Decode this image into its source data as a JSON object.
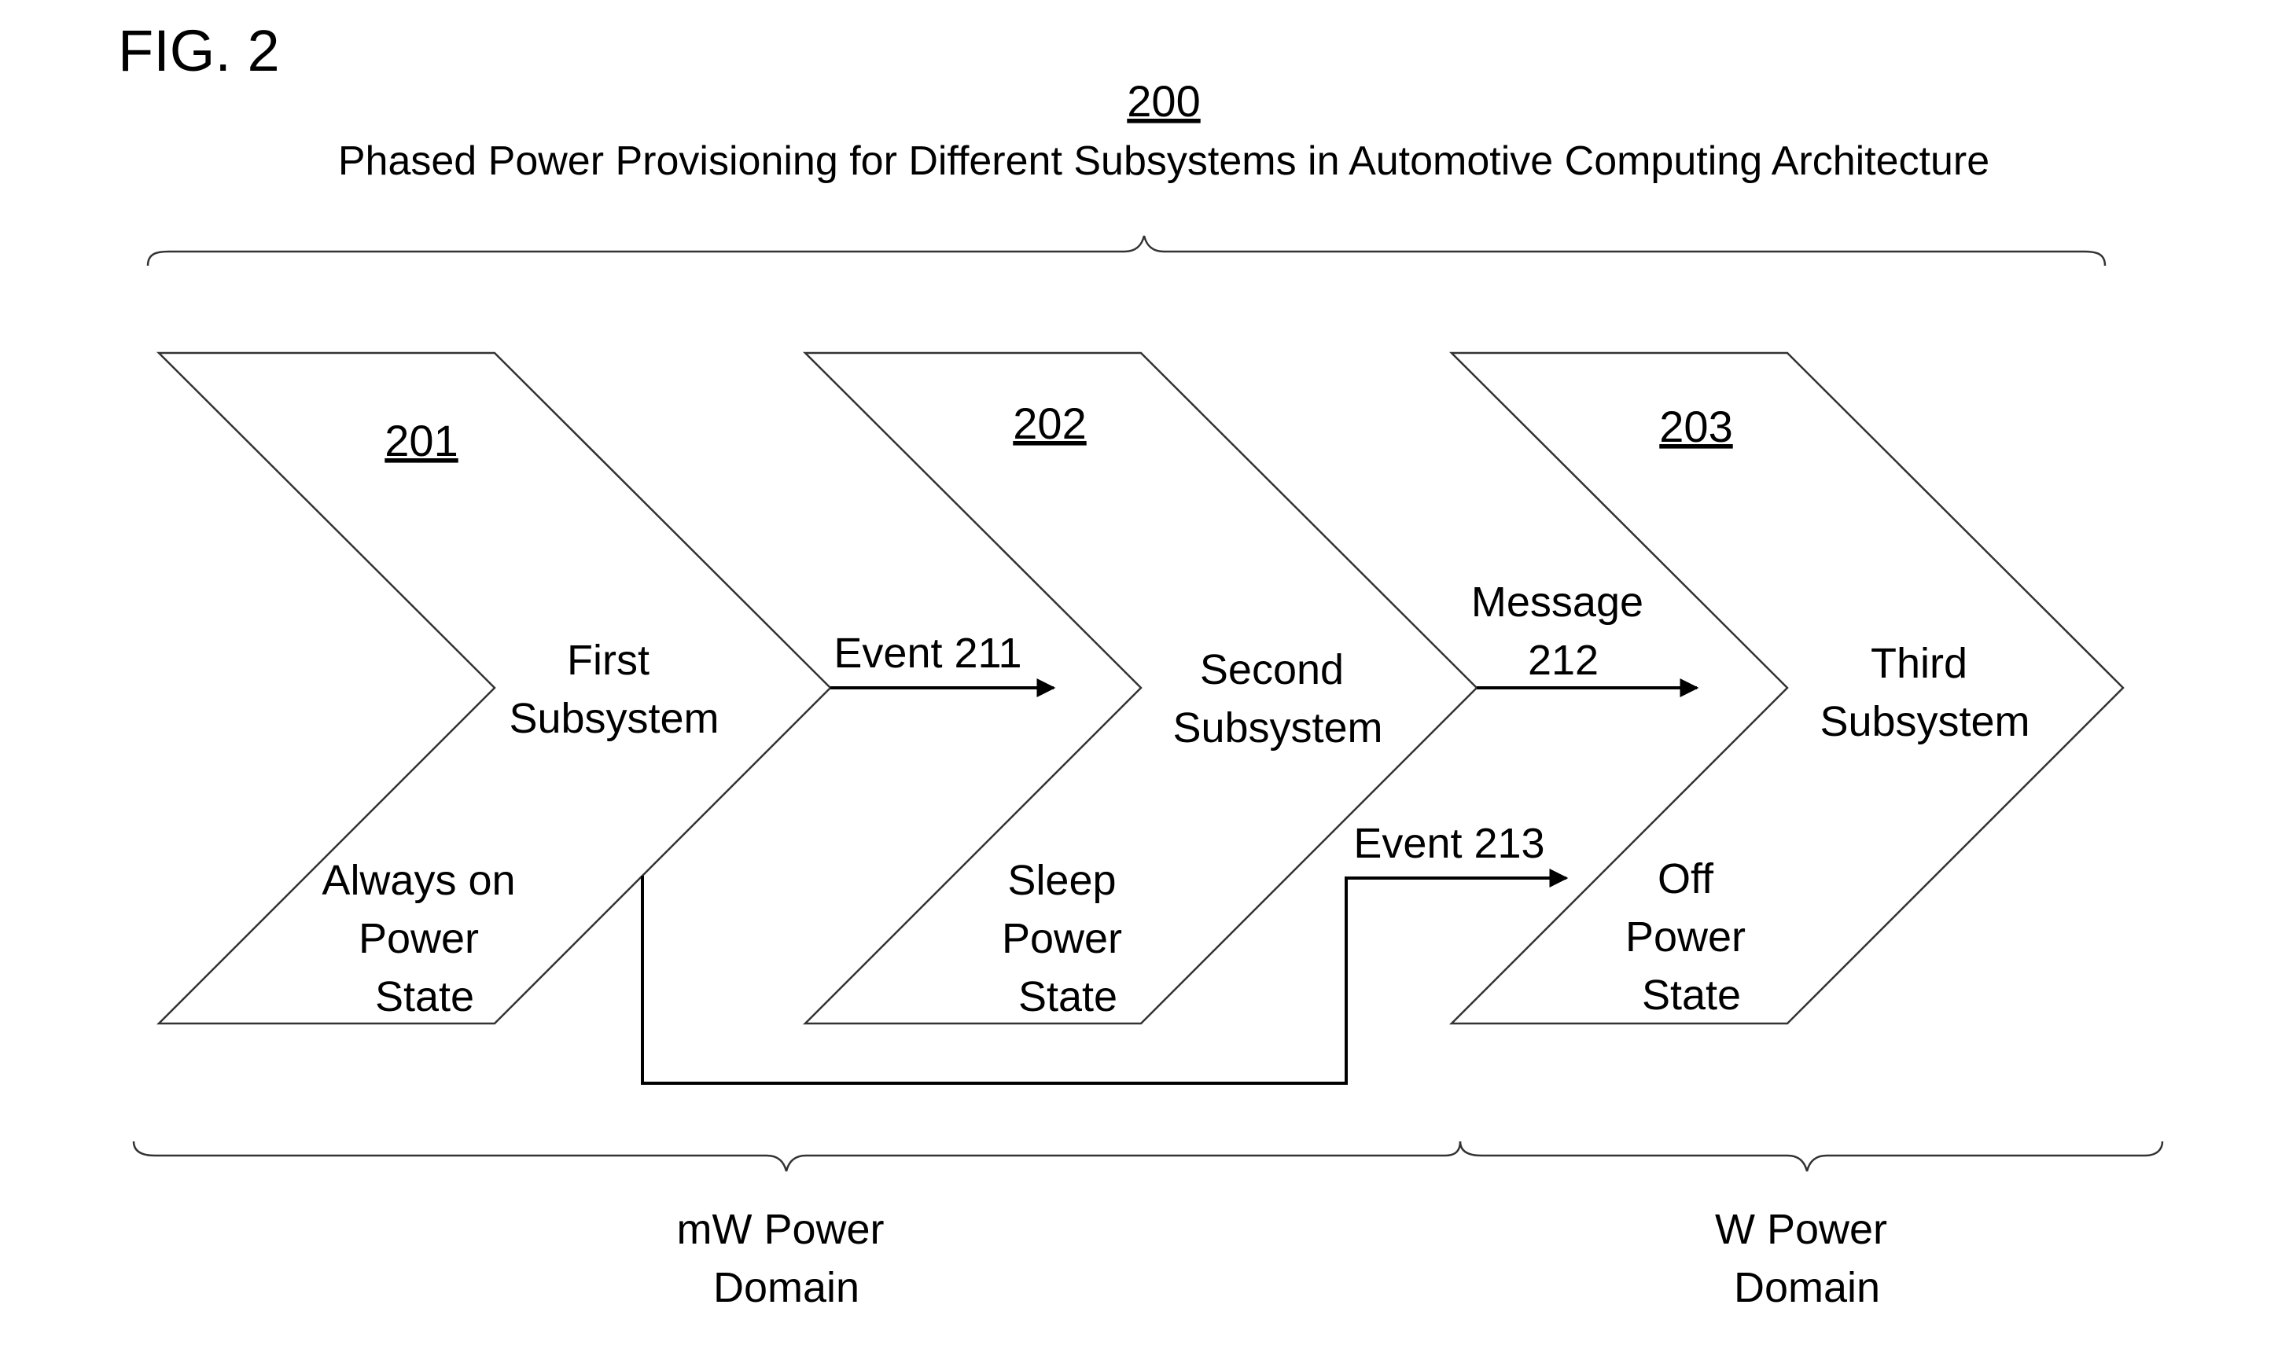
{
  "figure": {
    "label": "FIG. 2",
    "ref": "200",
    "title": "Phased Power Provisioning for Different Subsystems in Automotive Computing Architecture"
  },
  "subsystems": [
    {
      "ref": "201",
      "name": [
        "First",
        "Subsystem"
      ],
      "state": [
        "Always on",
        "Power",
        "State"
      ]
    },
    {
      "ref": "202",
      "name": [
        "Second",
        "Subsystem"
      ],
      "state": [
        "Sleep",
        "Power",
        "State"
      ]
    },
    {
      "ref": "203",
      "name": [
        "Third",
        "Subsystem"
      ],
      "state": [
        "Off",
        "Power",
        "State"
      ]
    }
  ],
  "connections": {
    "event_211": "Event 211",
    "message_212": [
      "Message",
      "212"
    ],
    "event_213": "Event 213"
  },
  "domains": {
    "mw": [
      "mW Power",
      "Domain"
    ],
    "w": [
      "W Power",
      "Domain"
    ]
  }
}
